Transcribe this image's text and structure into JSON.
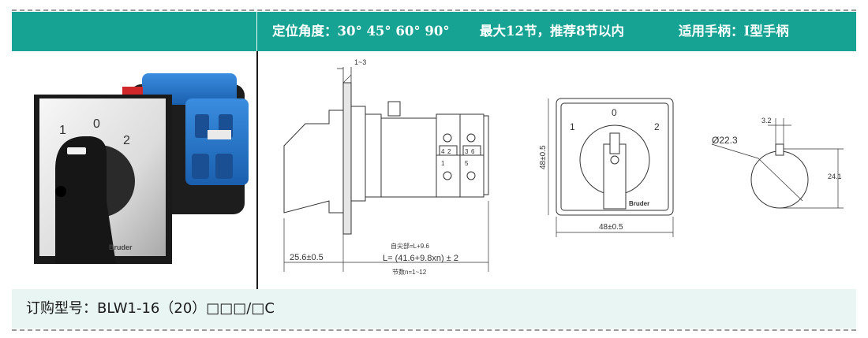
{
  "header": {
    "spec_angle": "定位角度：30° 45° 60° 90°",
    "spec_sections": "最大12节，推荐8节以内",
    "spec_handle": "适用手柄：I型手柄"
  },
  "photo": {
    "pos_1": "1",
    "pos_0": "0",
    "pos_2": "2",
    "brand": "Bruder"
  },
  "side_drawing": {
    "panel_thickness": "1~3",
    "terminal_1": "1",
    "terminal_2": "2",
    "terminal_3": "3",
    "terminal_4": "4",
    "terminal_5": "5",
    "terminal_6": "6",
    "dim_front": "25.6±0.5",
    "dim_small": "自尖部=L+9.6",
    "dim_length": "L= (41.6+9.8xn) ± 2",
    "dim_sections": "节数n=1~12"
  },
  "front_drawing": {
    "pos_0": "0",
    "pos_1": "1",
    "pos_2": "2",
    "brand": "Bruder",
    "dim_height": "48±0.5",
    "dim_width": "48±0.5"
  },
  "cutout_drawing": {
    "dim_diameter": "Ø22.3",
    "dim_key": "3.2",
    "dim_height": "24.1"
  },
  "footer": {
    "order_code": "订购型号：BLW1-16（20）□□□/□C"
  },
  "colors": {
    "header_bg": "#16a394",
    "footer_bg": "#e8f5f3",
    "accent_blue": "#1f6fc4",
    "accent_red": "#d0282a"
  }
}
